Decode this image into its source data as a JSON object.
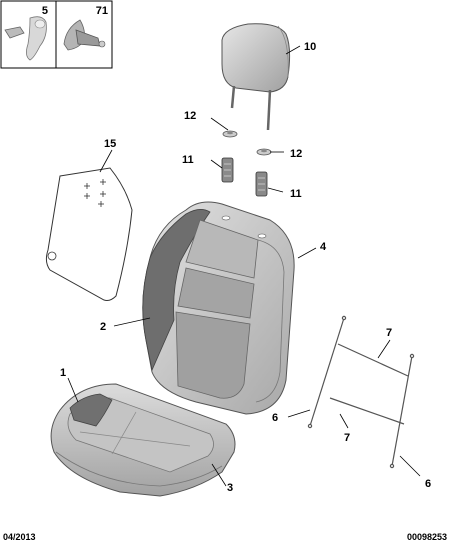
{
  "inset_boxes": [
    {
      "callout": "5"
    },
    {
      "callout": "71"
    }
  ],
  "callouts": {
    "c1": "1",
    "c2": "2",
    "c3": "3",
    "c4": "4",
    "c6a": "6",
    "c6b": "6",
    "c7a": "7",
    "c7b": "7",
    "c10": "10",
    "c11a": "11",
    "c11b": "11",
    "c12a": "12",
    "c12b": "12",
    "c15": "15"
  },
  "footer": {
    "date": "04/2013",
    "reference": "00098253"
  },
  "colors": {
    "seat_shade": "#a9a9a9",
    "seat_light": "#d9d9d9",
    "foam_dark": "#6e6e6e",
    "outline": "#555555"
  }
}
